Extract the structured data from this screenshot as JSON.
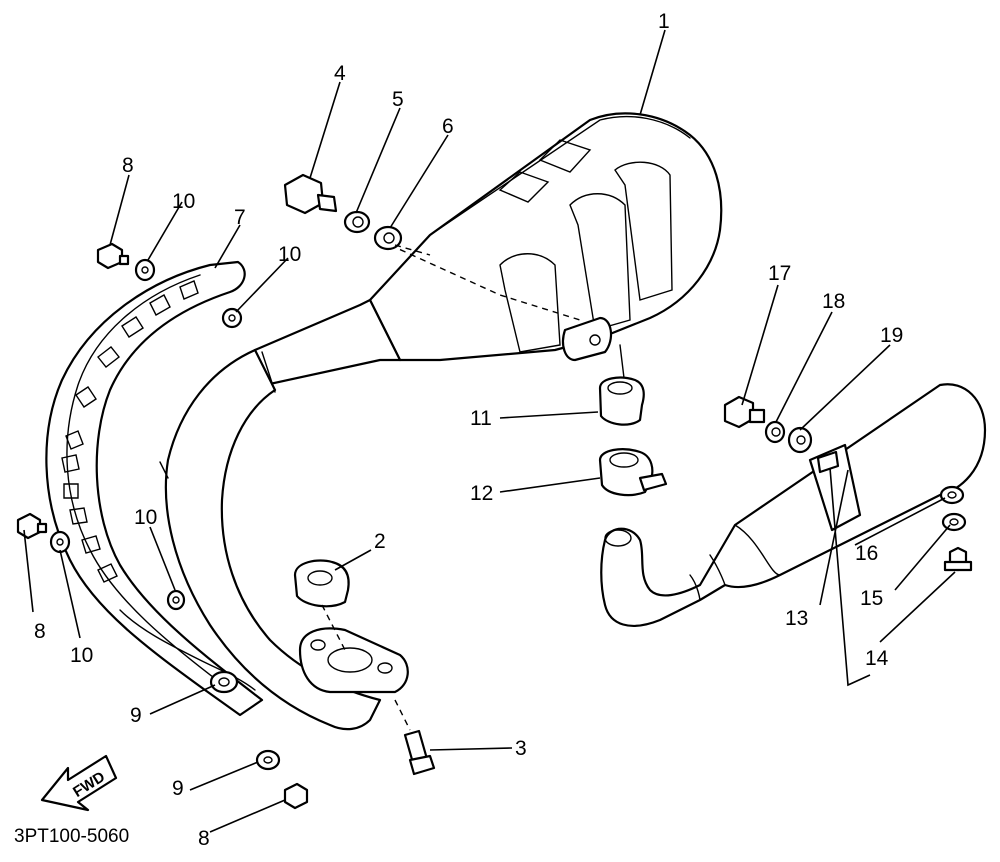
{
  "callouts": [
    "1",
    "2",
    "3",
    "4",
    "5",
    "6",
    "7",
    "8",
    "8",
    "8",
    "9",
    "9",
    "10",
    "10",
    "10",
    "10",
    "11",
    "12",
    "13",
    "14",
    "15",
    "16",
    "17",
    "18",
    "19"
  ],
  "direction_label": "FWD",
  "diagram_code": "3PT100-5060"
}
